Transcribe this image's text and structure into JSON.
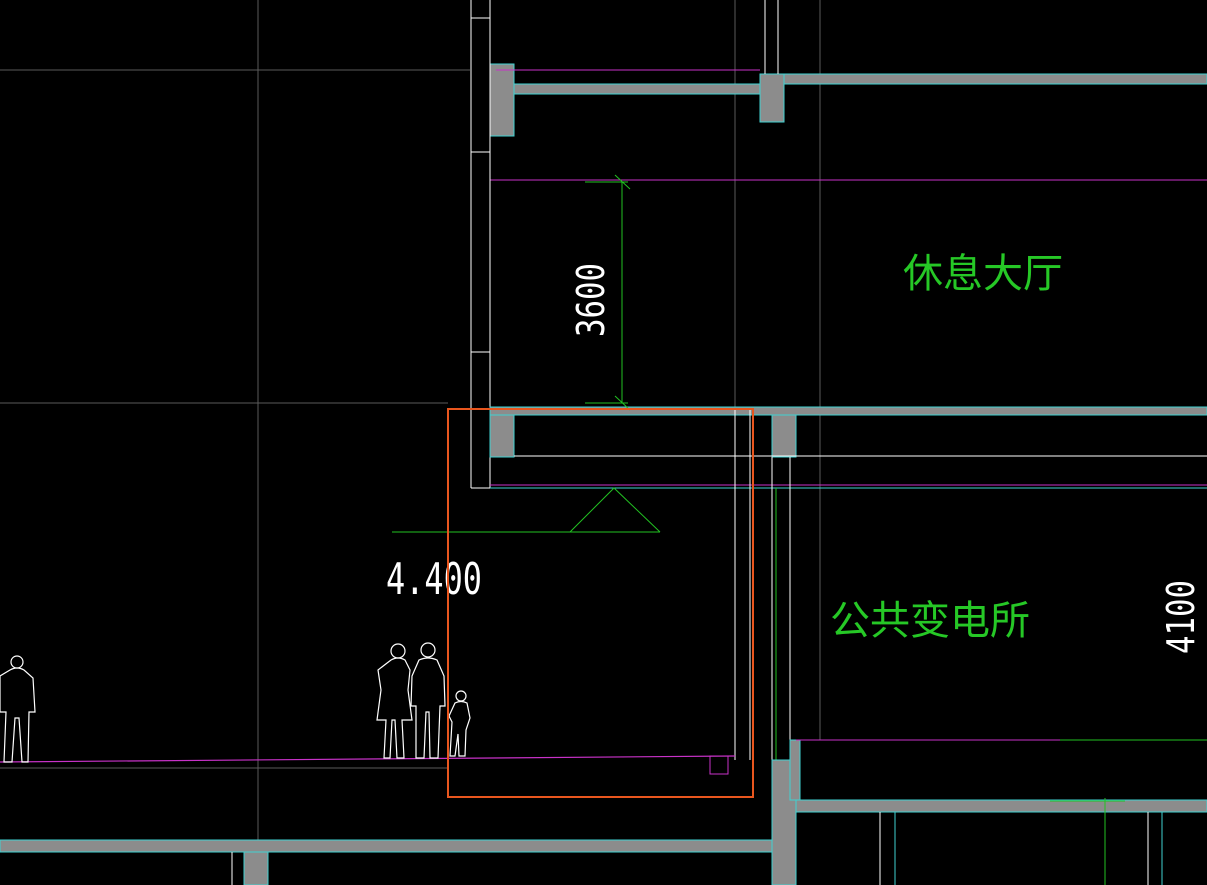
{
  "colors": {
    "background": "#000000",
    "wall_cyan": "#3fd2d2",
    "slab_gray": "#8c8c8c",
    "ceiling_magenta": "#c832c8",
    "dimension_green": "#22c222",
    "label_green": "#26c826",
    "outline_white": "#ffffff",
    "grid_gray": "#5a5a5a",
    "selection_orange": "#e8561e"
  },
  "labels": {
    "lounge": "休息大厅",
    "substation": "公共变电所",
    "floor_height": "3600",
    "right_height": "4100",
    "elevation": "4.400"
  },
  "icons": {
    "elevation_marker": "elevation-triangle-icon",
    "people": "human-figure-icon"
  }
}
